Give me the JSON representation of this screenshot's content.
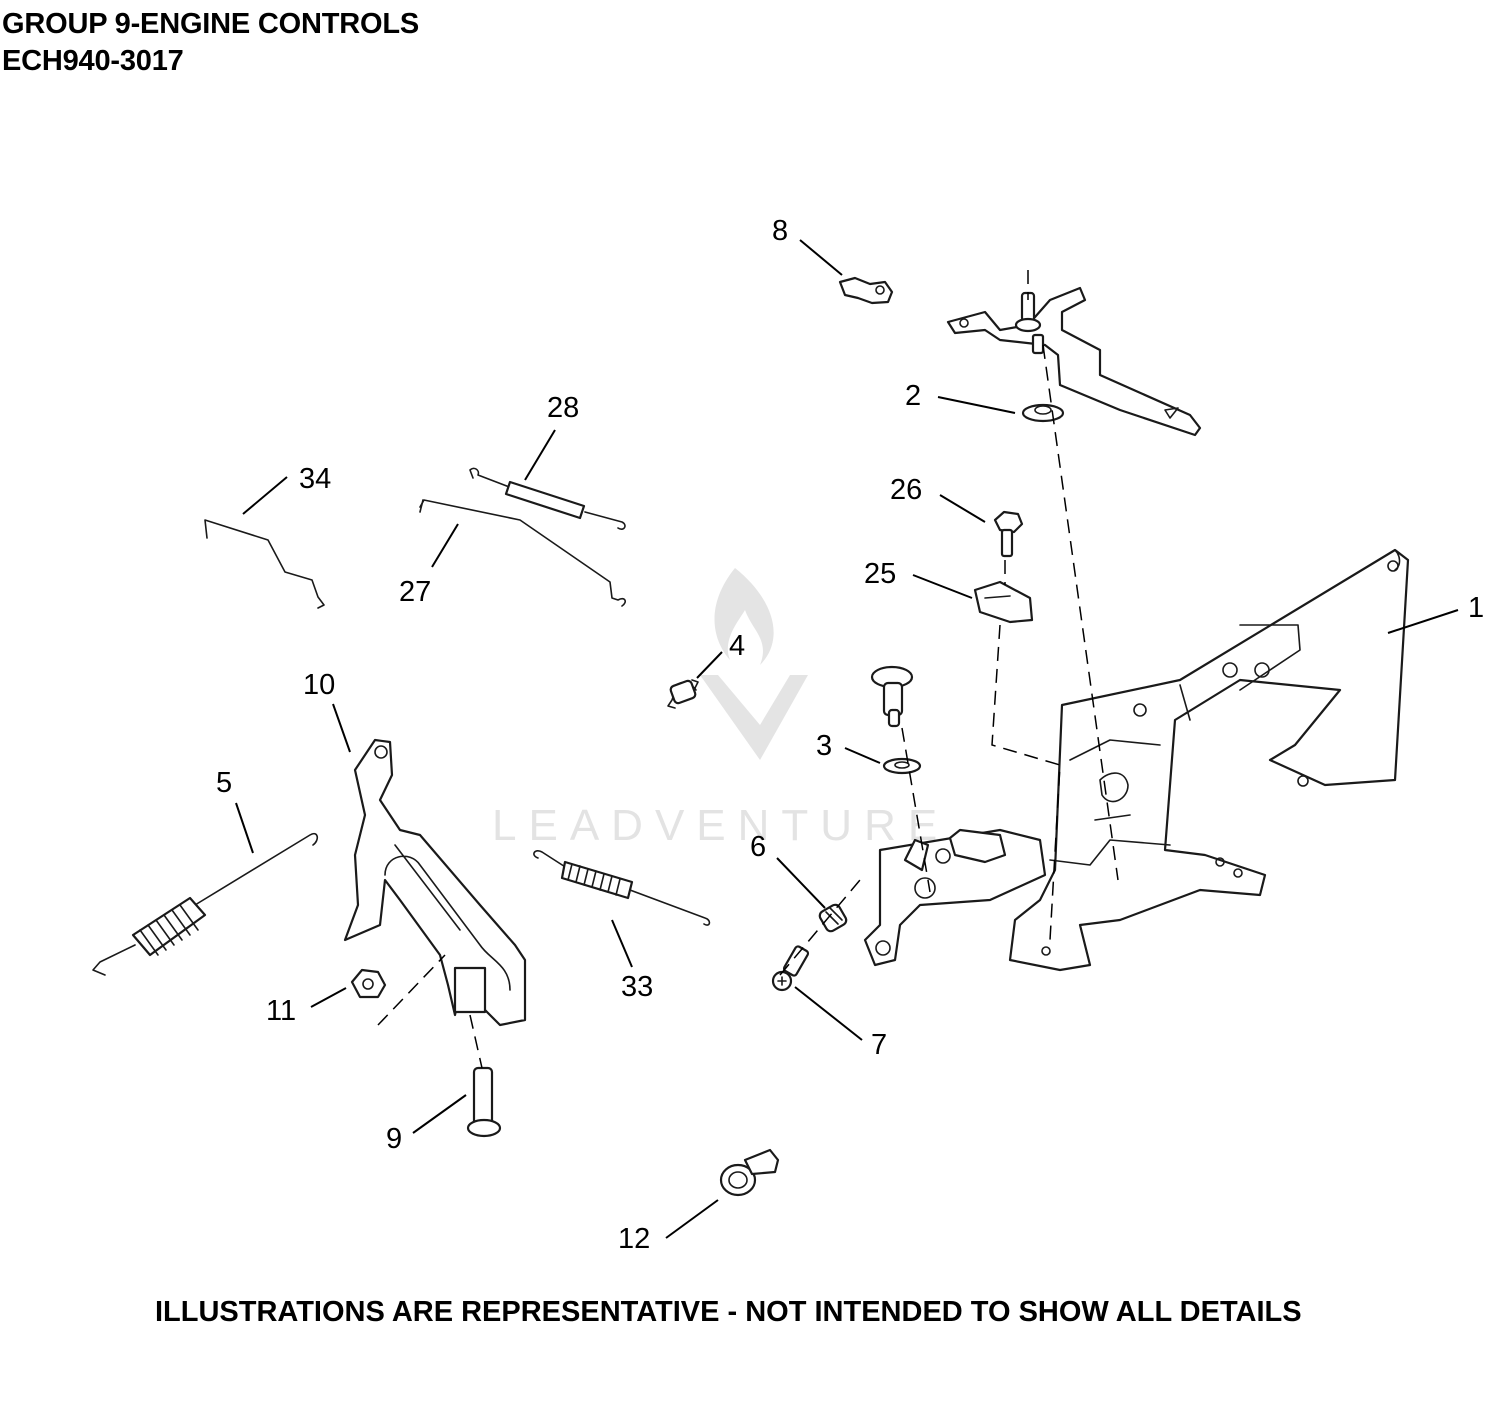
{
  "header": {
    "title": "GROUP 9-ENGINE CONTROLS",
    "model": "ECH940-3017"
  },
  "footer": {
    "note": "ILLUSTRATIONS ARE REPRESENTATIVE - NOT INTENDED TO SHOW ALL DETAILS"
  },
  "watermark": {
    "text": "LEADVENTURE"
  },
  "callouts": [
    {
      "id": "1",
      "label": "1"
    },
    {
      "id": "2",
      "label": "2"
    },
    {
      "id": "3",
      "label": "3"
    },
    {
      "id": "4",
      "label": "4"
    },
    {
      "id": "5",
      "label": "5"
    },
    {
      "id": "6",
      "label": "6"
    },
    {
      "id": "7",
      "label": "7"
    },
    {
      "id": "8",
      "label": "8"
    },
    {
      "id": "9",
      "label": "9"
    },
    {
      "id": "10",
      "label": "10"
    },
    {
      "id": "11",
      "label": "11"
    },
    {
      "id": "12",
      "label": "12"
    },
    {
      "id": "25",
      "label": "25"
    },
    {
      "id": "26",
      "label": "26"
    },
    {
      "id": "27",
      "label": "27"
    },
    {
      "id": "28",
      "label": "28"
    },
    {
      "id": "33",
      "label": "33"
    },
    {
      "id": "34",
      "label": "34"
    }
  ],
  "colors": {
    "line": "#1a1a1a",
    "watermark": "#d9d9d9",
    "background": "#ffffff"
  }
}
